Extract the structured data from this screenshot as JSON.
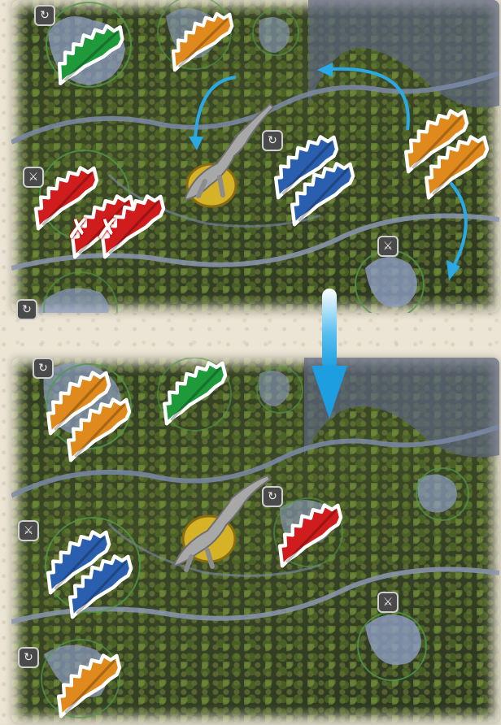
{
  "colors": {
    "green": "#1e9a3a",
    "orange": "#e08a1e",
    "red": "#d01c1c",
    "blue": "#2a5fb0",
    "arrow": "#2aa9e6",
    "river": "#7b8aa8",
    "lake": "#8f9ec4",
    "zone_ring": "#4f9a48"
  },
  "icons": {
    "action_badge": "sword-icon",
    "cycle_badge": "cycle-icon",
    "dinosaur": "dinosaur-miniature-icon",
    "destroyed_marker": "x-mark-icon",
    "step_arrow": "down-arrow-icon"
  },
  "badge_glyphs": {
    "sword": "⚔",
    "cycle": "↻",
    "cross": "✗"
  },
  "before": {
    "units": [
      {
        "color": "green",
        "count": 1
      },
      {
        "color": "orange",
        "count": 1
      },
      {
        "color": "red",
        "count": 3,
        "destroyed": 2
      },
      {
        "color": "blue",
        "count": 2
      },
      {
        "color": "orange",
        "count": 2
      }
    ]
  },
  "after": {
    "units": [
      {
        "color": "orange",
        "count": 2
      },
      {
        "color": "green",
        "count": 1
      },
      {
        "color": "blue",
        "count": 2
      },
      {
        "color": "red",
        "count": 1
      },
      {
        "color": "orange",
        "count": 1
      }
    ]
  }
}
